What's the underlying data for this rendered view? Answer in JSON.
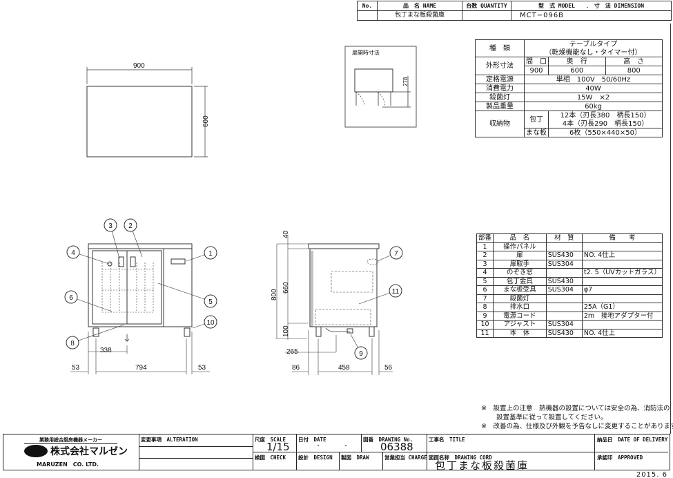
{
  "header": {
    "col_no": "No.",
    "col_name": "品　名 NAME",
    "col_qty": "台数 QUANTITY",
    "col_model": "型　式 MODEL　　．　寸　法 DIMENSION",
    "name": "包丁まな板殺菌庫",
    "qty": "",
    "model": "MCT−096B"
  },
  "spec": {
    "type_label": "種　類",
    "type_value_1": "テーブルタイプ",
    "type_value_2": "（乾燥機能なし・タイマー付）",
    "dim_label": "外形寸法",
    "dim_w_label": "間　口",
    "dim_d_label": "奥　行",
    "dim_h_label": "高　さ",
    "dim_w": "900",
    "dim_d": "600",
    "dim_h": "800",
    "power_label": "定格電源",
    "power": "単相　100V　50/60Hz",
    "consumption_label": "消費電力",
    "consumption": "40W",
    "lamp_label": "殺菌灯",
    "lamp": "15W　×2",
    "weight_label": "製品重量",
    "weight": "60kg",
    "storage_label": "収納物",
    "knife_label": "包丁",
    "knife_1": "12本（刃長380　柄長150）",
    "knife_2": "4本（刃長290　柄長150）",
    "board_label": "まな板",
    "board": "6枚（550×440×50）"
  },
  "door_inset": {
    "title": "扉開時寸法",
    "dim": "278"
  },
  "top_view": {
    "width": "900",
    "depth": "600"
  },
  "front_view": {
    "callouts": [
      "1",
      "2",
      "3",
      "4",
      "5",
      "6",
      "8",
      "10"
    ],
    "dim_338": "338",
    "dim_left": "53",
    "dim_mid": "794",
    "dim_right": "53"
  },
  "side_view": {
    "callouts": [
      "7",
      "11",
      "9"
    ],
    "dim_40": "40",
    "dim_660": "660",
    "dim_800": "800",
    "dim_100": "100",
    "dim_265": "265",
    "dim_86": "86",
    "dim_458": "458",
    "dim_56": "56"
  },
  "parts": {
    "headers": [
      "部番",
      "品　名",
      "材　質",
      "備　　考"
    ],
    "rows": [
      [
        "1",
        "操作パネル",
        "",
        ""
      ],
      [
        "2",
        "扉",
        "SUS430",
        "NO. 4仕上"
      ],
      [
        "3",
        "扉取手",
        "SUS304",
        ""
      ],
      [
        "4",
        "のぞき窓",
        "",
        "t2. 5（UVカットガラス）"
      ],
      [
        "5",
        "包丁金具",
        "SUS430",
        ""
      ],
      [
        "6",
        "まな板受具",
        "SUS304",
        "φ7"
      ],
      [
        "7",
        "殺菌灯",
        "",
        ""
      ],
      [
        "8",
        "排水口",
        "",
        "25A（G1）"
      ],
      [
        "9",
        "電源コード",
        "",
        "2m　接地アダプター付"
      ],
      [
        "10",
        "アジャスト",
        "SUS304",
        ""
      ],
      [
        "11",
        "本　体",
        "SUS430",
        "NO. 4仕上"
      ]
    ]
  },
  "notes": {
    "mark": "※",
    "note1_a": "設置上の注意　熱機器の設置については安全の為、消防法の",
    "note1_b": "設置基準に従って設置してください。",
    "note2": "改善の為、仕様及び外観を予告なしに変更することがあります。"
  },
  "title_block": {
    "maker_tag": "業務用総合厨房機器メーカー",
    "company_jp": "株式会社マルゼン",
    "company_en": "MARUZEN　CO. LTD.",
    "alteration": "変更事項　ALTERATION",
    "scale_label": "尺度　SCALE",
    "scale": "1/15",
    "date_label": "日付　DATE",
    "date_value": "・　　　　・",
    "drawing_no_label": "図番　DRAWING No.",
    "drawing_no": "06388",
    "title_label": "工事名　TITLE",
    "delivery_label": "納品日　DATE OF DELIVERY",
    "check_label": "検図　CHECK",
    "design_label": "設計　DESIGN",
    "draw_label": "製図　DRAW",
    "charge_label": "営業担当 CHARGE",
    "drawing_name_label": "図面名称　DRAWING CORD",
    "drawing_name": "包丁まな板殺菌庫",
    "approved_label": "承認印　APPROVED",
    "issue_date": "2015. 6"
  }
}
